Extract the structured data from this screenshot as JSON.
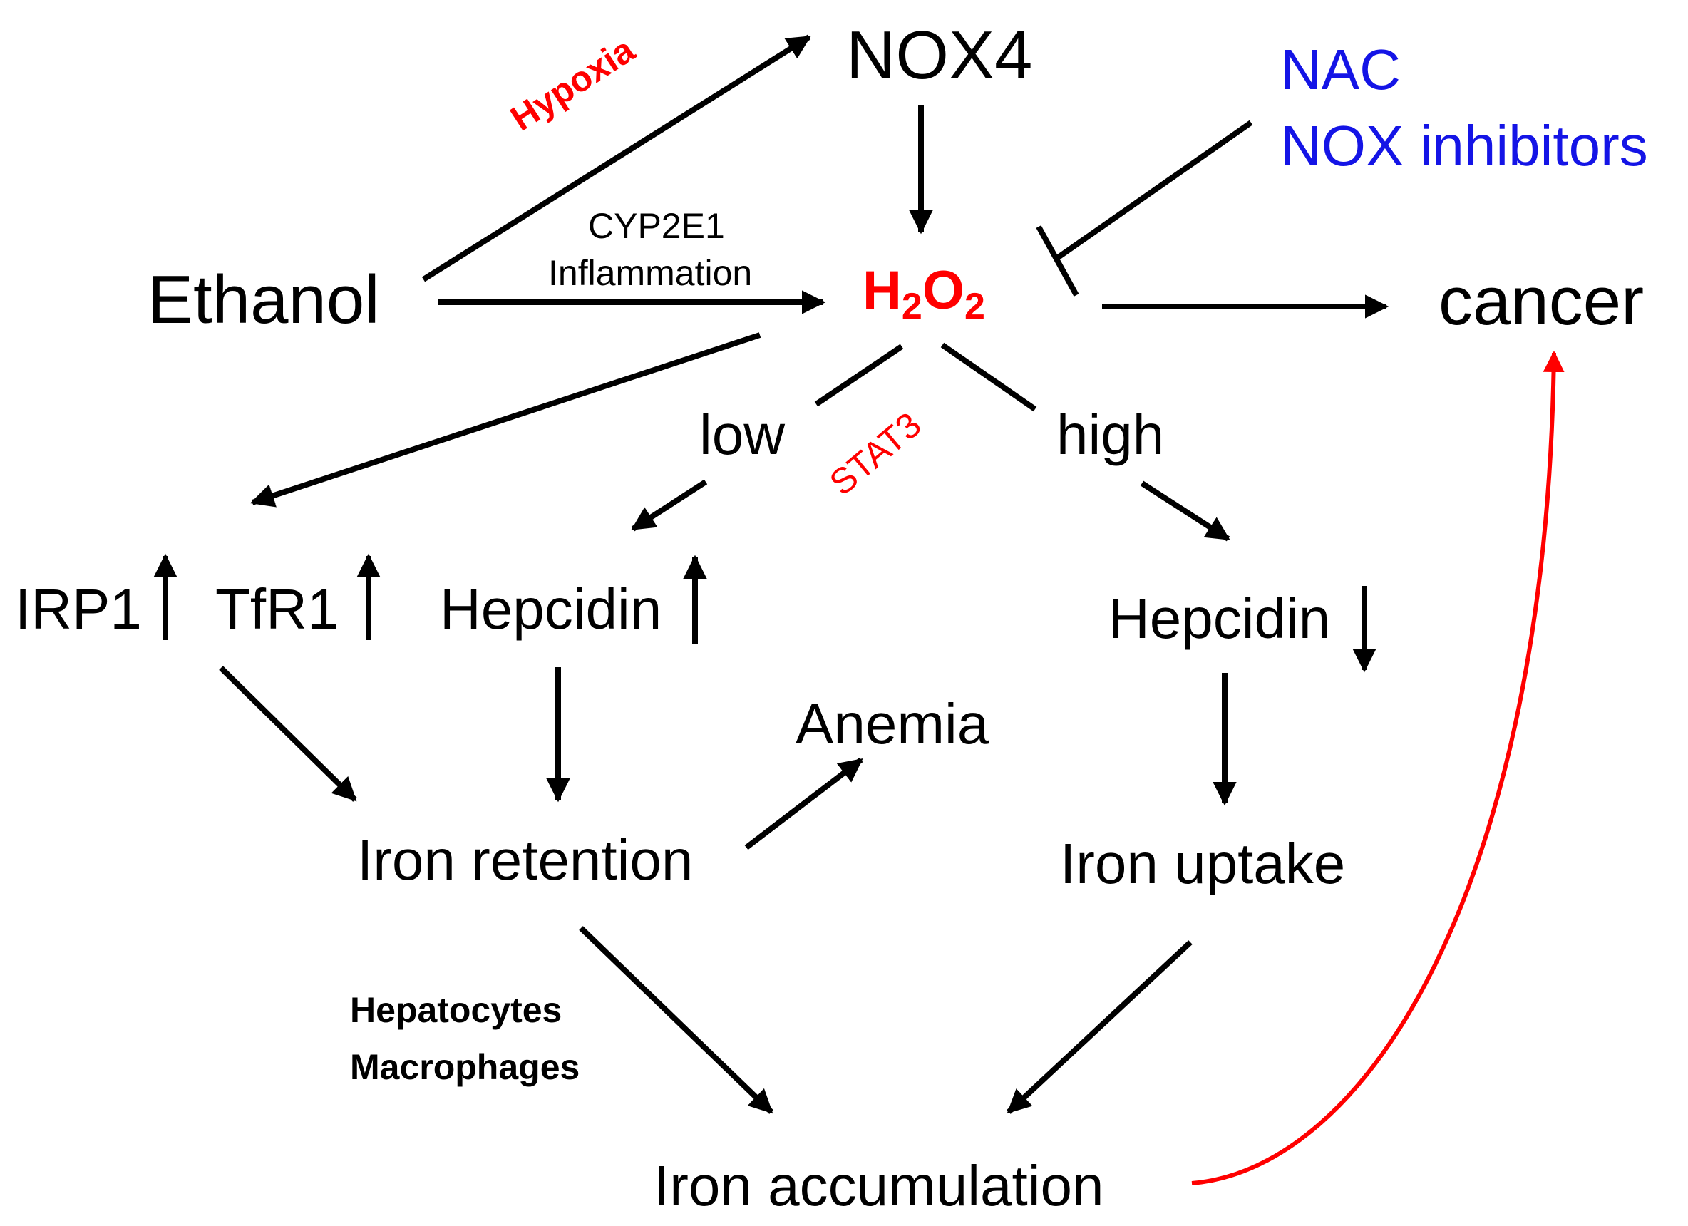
{
  "nodes": {
    "nox4": "NOX4",
    "nac": "NAC",
    "nox_inhibitors": "NOX inhibitors",
    "ethanol": "Ethanol",
    "h2o2": {
      "h": "H",
      "sub1": "2",
      "o": "O",
      "sub2": "2"
    },
    "cancer": "cancer",
    "low": "low",
    "high": "high",
    "irp1": "IRP1",
    "tfr1": "TfR1",
    "hepcidin_up": "Hepcidin",
    "hepcidin_down": "Hepcidin",
    "anemia": "Anemia",
    "iron_retention": "Iron retention",
    "iron_uptake": "Iron uptake",
    "iron_accumulation": "Iron accumulation"
  },
  "edge_labels": {
    "hypoxia": "Hypoxia",
    "cyp2e1": "CYP2E1",
    "inflammation": "Inflammation",
    "stat3": "STAT3",
    "hepatocytes": "Hepatocytes",
    "macrophages": "Macrophages"
  },
  "colors": {
    "default": "#000000",
    "highlight": "#ff0000",
    "inhibitor": "#1414e6"
  }
}
